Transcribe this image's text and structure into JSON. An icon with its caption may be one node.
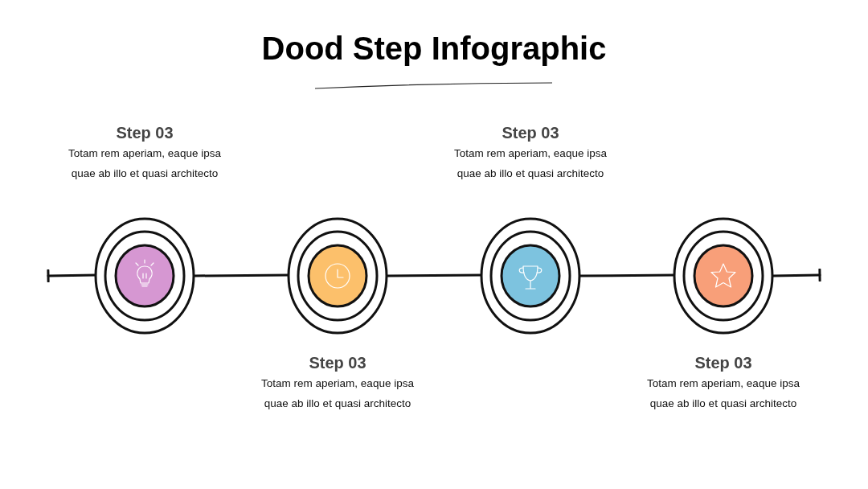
{
  "diagram": {
    "title": "Dood Step Infographic",
    "nodes": [
      {
        "text": [],
        "shape": "circle",
        "beside": [
          "Step 03",
          "Totam rem aperiam, eaque ipsa quae ab illo et quasi architecto"
        ]
      },
      {
        "text": [],
        "shape": "circle",
        "beside": [
          "Step 03",
          "Totam rem aperiam, eaque ipsa quae ab illo et quasi architecto"
        ]
      },
      {
        "text": [],
        "shape": "circle",
        "beside": [
          "Step 03",
          "Totam rem aperiam, eaque ipsa quae ab illo et quasi architecto"
        ]
      },
      {
        "text": [],
        "shape": "circle",
        "beside": [
          "Step 03",
          "Totam rem aperiam, eaque ipsa quae ab illo et quasi architecto"
        ]
      }
    ],
    "edges": [
      {
        "from": null,
        "to": 0,
        "arrow": "other"
      },
      {
        "from": 0,
        "to": 1,
        "arrow": "none"
      },
      {
        "from": 1,
        "to": 2,
        "arrow": "none"
      },
      {
        "from": 2,
        "to": 3,
        "arrow": "none"
      },
      {
        "from": 3,
        "to": null,
        "arrow": "other"
      }
    ]
  }
}
